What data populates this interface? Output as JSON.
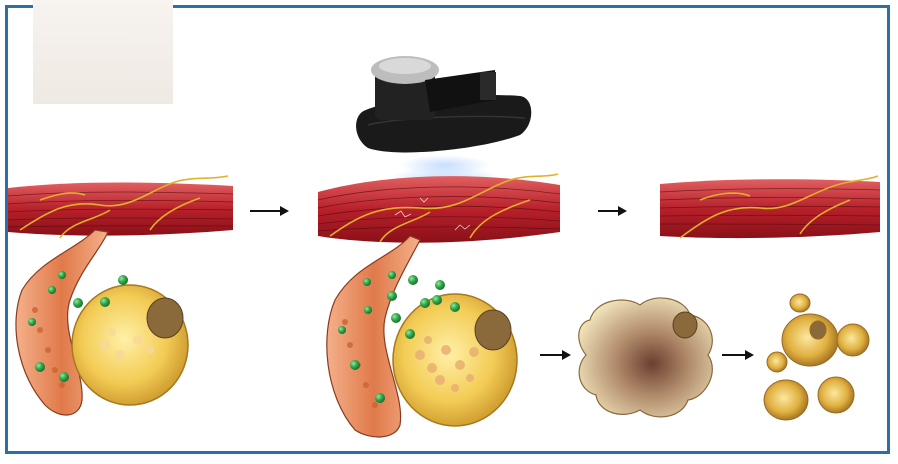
{
  "diagram": {
    "stages": [
      "muscle-before",
      "muscle-during-treatment",
      "muscle-after"
    ],
    "fat_cell_stages": [
      "fat-cell-normal",
      "fat-cell-treated",
      "fat-cell-crystallized",
      "fat-cell-fragmented"
    ],
    "colors": {
      "frame": "#2c6ea8",
      "muscle": "#b8202a",
      "muscle_light": "#e05a5a",
      "nerve": "#d9a520",
      "vessel": "#e07a4a",
      "fat_cell": "#f0c24a",
      "nucleus": "#8a6a3a",
      "green_particle": "#2fa84a",
      "device": "#1a1a1a"
    },
    "icons": [
      "arrow-right-icon",
      "device-icon"
    ]
  }
}
